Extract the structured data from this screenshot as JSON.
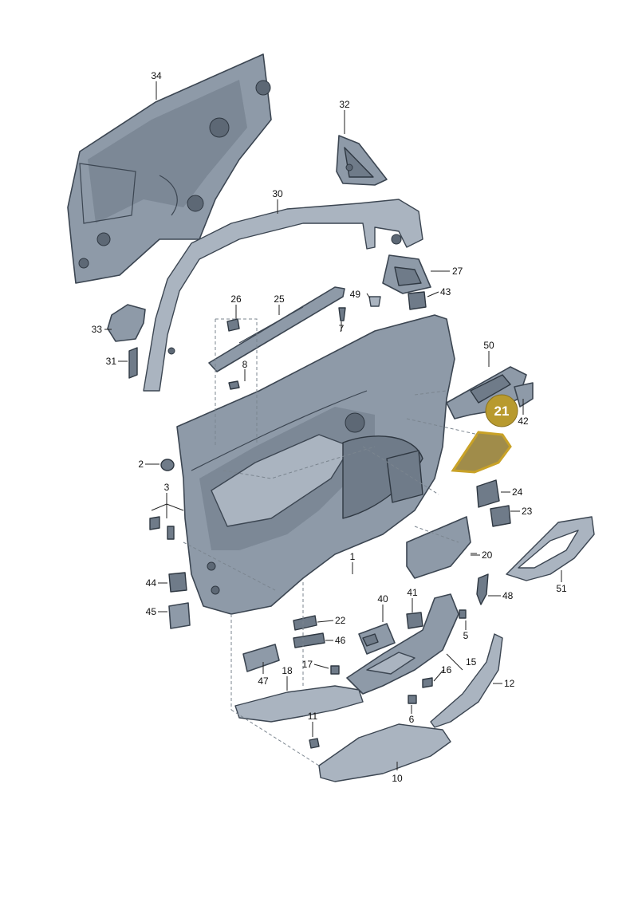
{
  "highlight": {
    "label": "21",
    "color": "#b89a2e"
  },
  "labels": {
    "p1": "1",
    "p2": "2",
    "p3": "3",
    "p5": "5",
    "p6": "6",
    "p7": "7",
    "p8": "8",
    "p10": "10",
    "p11": "11",
    "p12": "12",
    "p15": "15",
    "p16": "16",
    "p17": "17",
    "p18": "18",
    "p20": "20",
    "p22": "22",
    "p23": "23",
    "p24": "24",
    "p25": "25",
    "p26": "26",
    "p27": "27",
    "p30": "30",
    "p31": "31",
    "p32": "32",
    "p33": "33",
    "p34": "34",
    "p40": "40",
    "p41": "41",
    "p42": "42",
    "p43": "43",
    "p44": "44",
    "p45": "45",
    "p46": "46",
    "p47": "47",
    "p48": "48",
    "p49": "49",
    "p50": "50",
    "p51": "51"
  },
  "colors": {
    "part_fill": "#8e9aa8",
    "outline": "#3c4652",
    "highlight_outline": "#c9a227"
  }
}
